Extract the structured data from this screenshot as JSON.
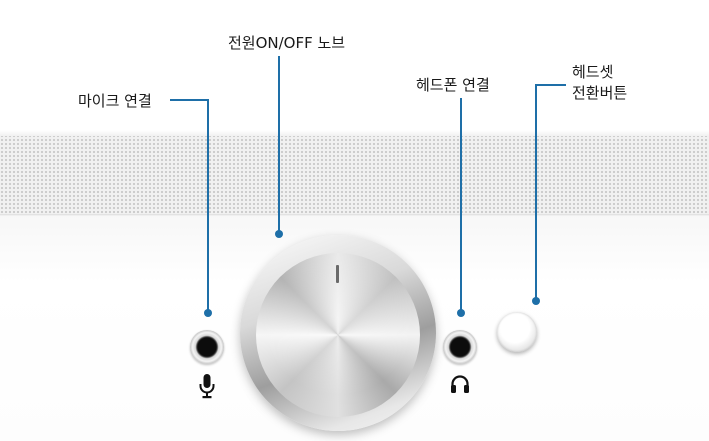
{
  "labels": {
    "mic": "마이크 연결",
    "power_knob": "전원ON/OFF 노브",
    "headphone": "헤드폰 연결",
    "headset_switch_line1": "헤드셋",
    "headset_switch_line2": "전환버튼"
  },
  "colors": {
    "leader": "#1e6fa8",
    "jack": "#0c0c0c",
    "panel": "#f1f1f1"
  },
  "icons": {
    "mic": "microphone-icon",
    "headphone": "headphones-icon"
  }
}
